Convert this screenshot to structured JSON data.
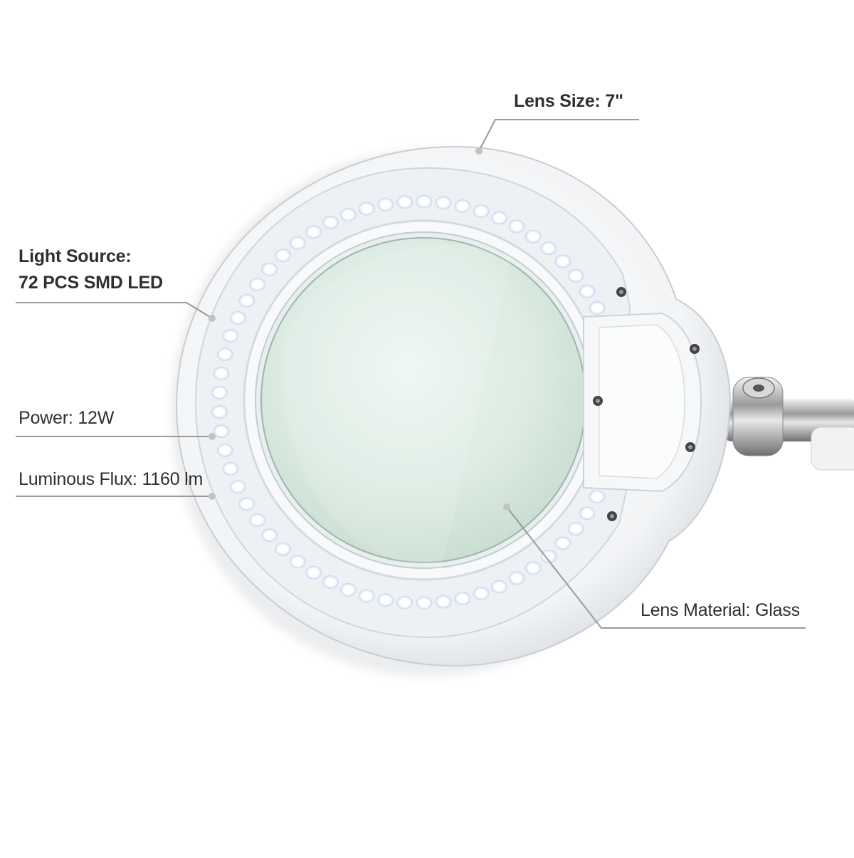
{
  "callouts": {
    "lens_size": "Lens Size: 7\"",
    "light_source_title": "Light Source:",
    "light_source_value": "72 PCS SMD LED",
    "power": "Power: 12W",
    "luminous_flux": "Luminous Flux: 1160 lm",
    "lens_material": "Lens Material: Glass"
  },
  "product": {
    "led_count": 72
  },
  "colors": {
    "leader_line": "#9a9a9a",
    "housing": "#f3f5f7",
    "lens_tint": "#dcebe3",
    "led": "#ffffff",
    "text": "#2f2f2f"
  }
}
